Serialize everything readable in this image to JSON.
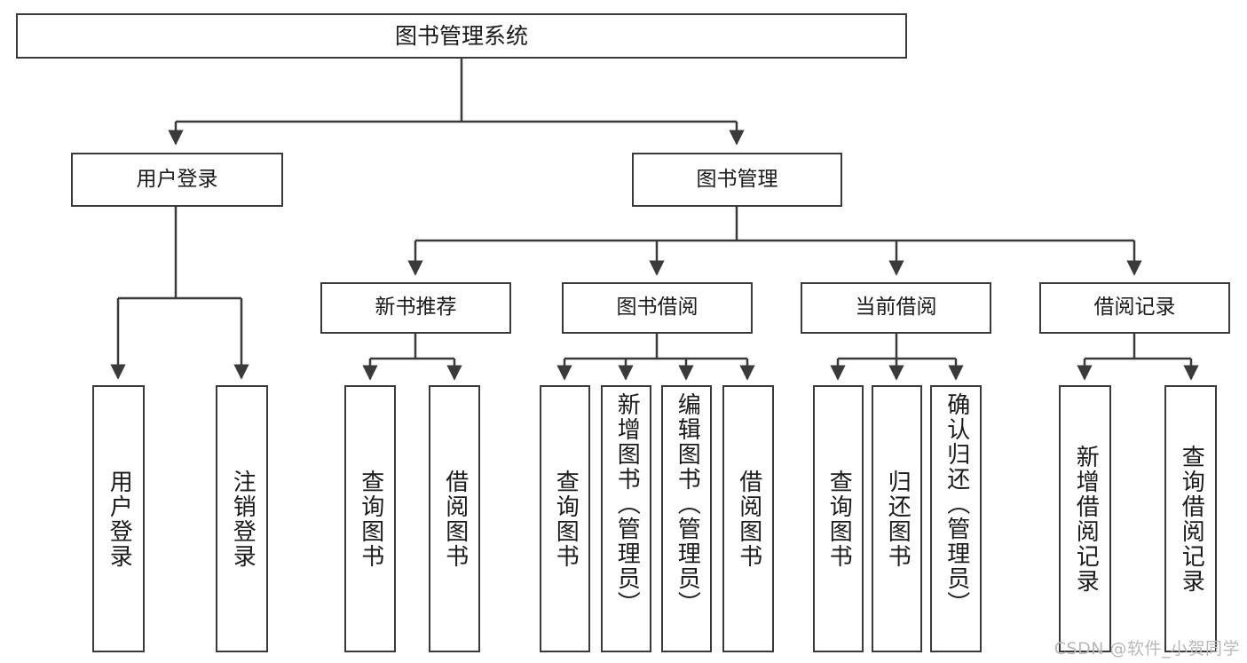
{
  "diagram": {
    "title": "图书管理系统",
    "type": "function-structure-tree",
    "orientation": "top-down",
    "watermark": "CSDN @软件_小贺同学",
    "colors": {
      "box_border": "#3a3a3a",
      "box_fill": "#ffffff",
      "connector": "#3a3a3a",
      "text": "#1a1a1a",
      "watermark": "#b9b9b9"
    },
    "nodes": {
      "root": {
        "label": "图书管理系统"
      },
      "level1": [
        {
          "id": "user-login",
          "label": "用户登录"
        },
        {
          "id": "book-manage",
          "label": "图书管理"
        }
      ],
      "level2": [
        {
          "id": "new-book-rec",
          "label": "新书推荐"
        },
        {
          "id": "book-borrow",
          "label": "图书借阅"
        },
        {
          "id": "current-borrow",
          "label": "当前借阅"
        },
        {
          "id": "borrow-record",
          "label": "借阅记录"
        }
      ],
      "leaves": {
        "user_login": [
          {
            "id": "leaf-user-login",
            "label": "用户登录"
          },
          {
            "id": "leaf-logout",
            "label": "注销登录"
          }
        ],
        "new_book_rec": [
          {
            "id": "leaf-query-book-1",
            "label": "查询图书"
          },
          {
            "id": "leaf-borrow-book-1",
            "label": "借阅图书"
          }
        ],
        "book_borrow": [
          {
            "id": "leaf-query-book-2",
            "label": "查询图书"
          },
          {
            "id": "leaf-add-book",
            "label": "新增图书（管理员）"
          },
          {
            "id": "leaf-edit-book",
            "label": "编辑图书（管理员）"
          },
          {
            "id": "leaf-borrow-book-2",
            "label": "借阅图书"
          }
        ],
        "current_borrow": [
          {
            "id": "leaf-query-book-3",
            "label": "查询图书"
          },
          {
            "id": "leaf-return-book",
            "label": "归还图书"
          },
          {
            "id": "leaf-confirm-return",
            "label": "确认归还（管理员）"
          }
        ],
        "borrow_record": [
          {
            "id": "leaf-add-record",
            "label": "新增借阅记录"
          },
          {
            "id": "leaf-query-record",
            "label": "查询借阅记录"
          }
        ]
      }
    }
  }
}
